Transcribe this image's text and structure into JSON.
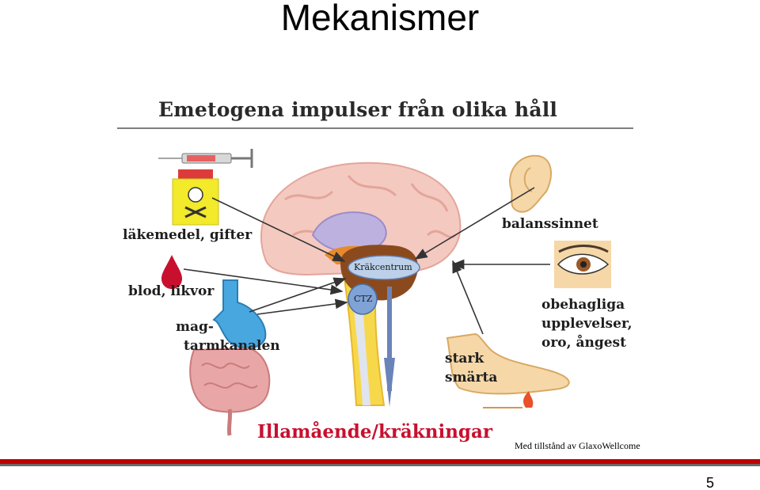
{
  "slide": {
    "title": "Mekanismer",
    "credit": "Med tillstånd av GlaxoWellcome",
    "page_number": "5"
  },
  "figure": {
    "heading": "Emetogena impulser från olika håll",
    "footer": "Illamående/kräkningar",
    "labels": {
      "drugs": "läkemedel, gifter",
      "blood": "blod, likvor",
      "gut_line1": "mag-",
      "gut_line2": "tarmkanalen",
      "balance": "balanssinnet",
      "emotions_line1": "obehagliga",
      "emotions_line2": "upplevelser,",
      "emotions_line3": "oro, ångest",
      "pain_line1": "stark",
      "pain_line2": "smärta",
      "vomiting_center": "Kräkcentrum",
      "ctz": "CTZ"
    },
    "colors": {
      "footer_red": "#c8102e",
      "brain_pink": "#f4c9c0",
      "stomach_blue": "#49a7e0",
      "intestine_pink": "#e9a6a6",
      "center_brown": "#8b4a1e",
      "ctz_blue": "#7fa3d6",
      "spine_yellow": "#f7d84a"
    },
    "icons": [
      "syringe-icon",
      "poison-bottle-icon",
      "blood-drop-icon",
      "ear-icon",
      "eye-icon",
      "foot-icon",
      "match-flame-icon"
    ]
  }
}
